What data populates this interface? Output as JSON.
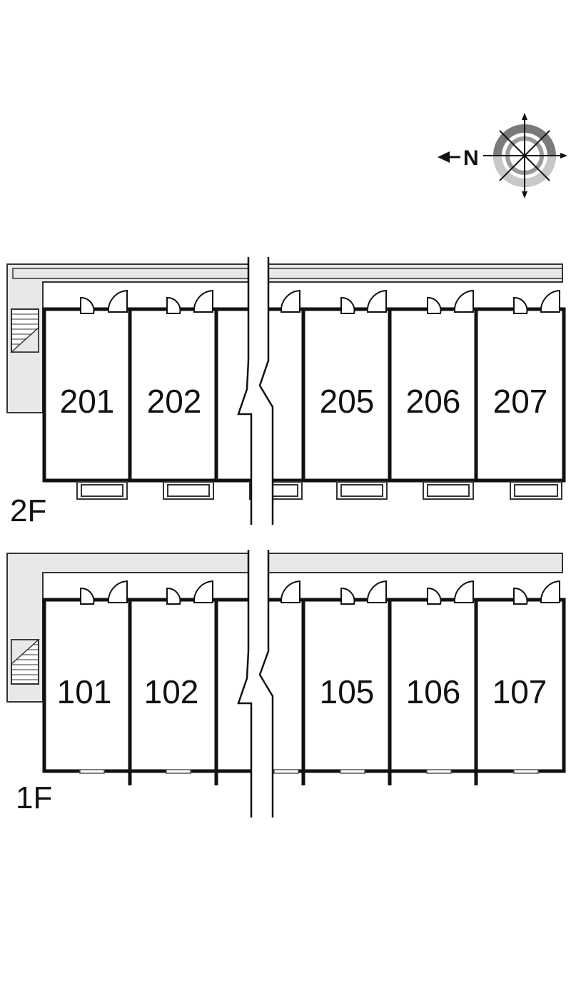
{
  "compass": {
    "letter": "N",
    "ring_color": "#7a7a7a",
    "ring_light_color": "#c8c8c8"
  },
  "colors": {
    "wall": "#111111",
    "corridor": "#e8e8e8",
    "line": "#333333"
  },
  "floors": [
    {
      "id": "2F",
      "label": "2F",
      "units": [
        "201",
        "202",
        "205",
        "206",
        "207"
      ],
      "has_balconies": true
    },
    {
      "id": "1F",
      "label": "1F",
      "units": [
        "101",
        "102",
        "105",
        "106",
        "107"
      ],
      "has_balconies": false
    }
  ]
}
